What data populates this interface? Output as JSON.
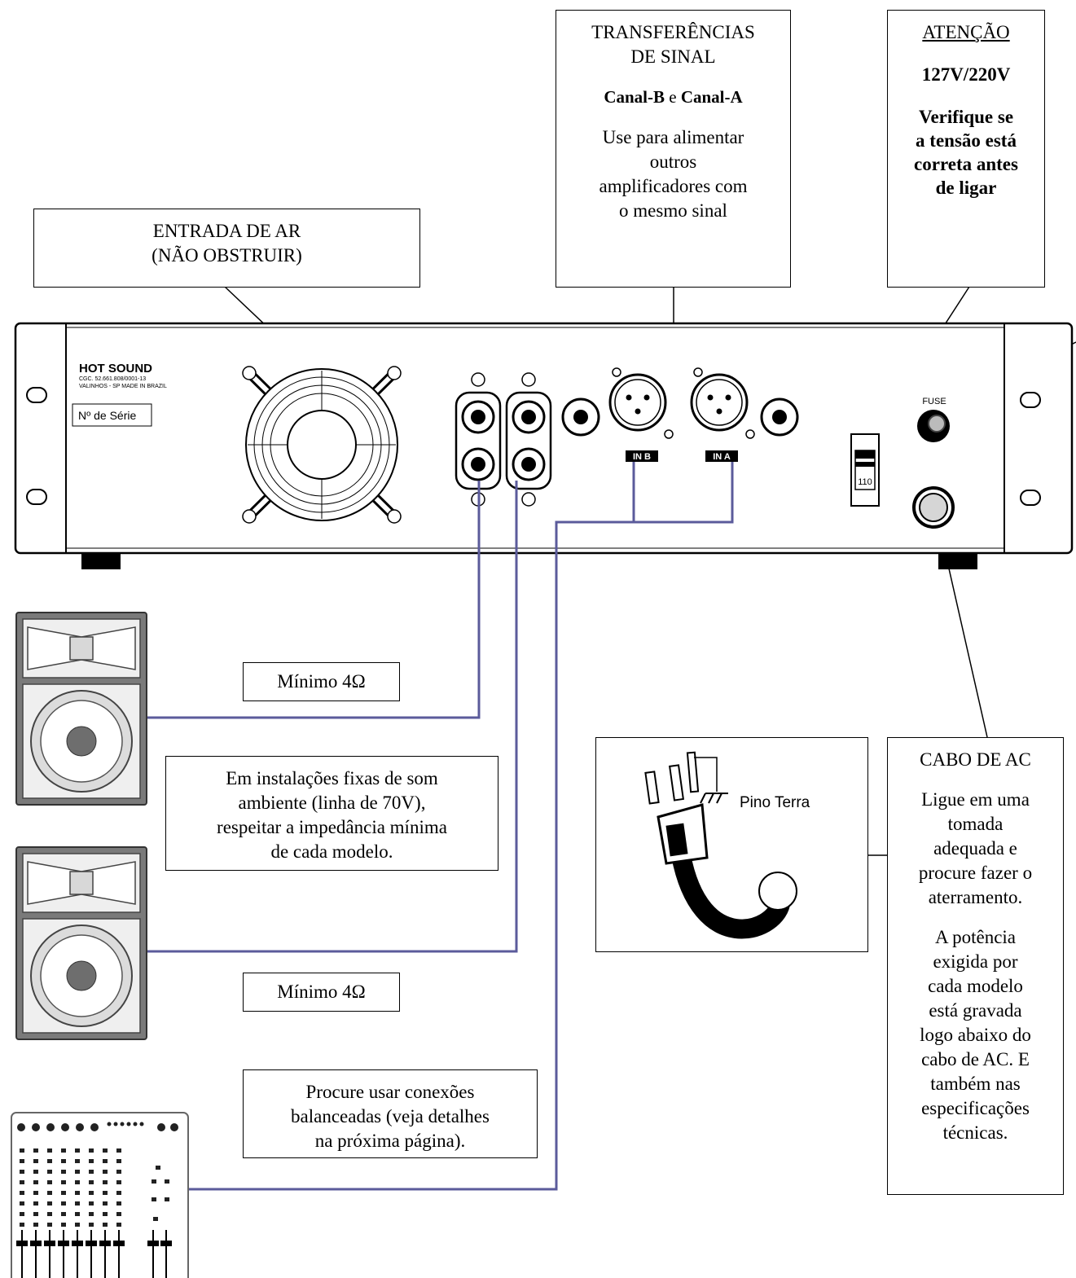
{
  "amplifier": {
    "brand": "HOT SOUND",
    "cgc": "CGC. 52.661.808/0001-13",
    "origin": "VALINHOS - SP   MADE IN BRAZIL",
    "serial_label": "Nº de Série",
    "input_b_label": "IN B",
    "input_a_label": "IN A",
    "fuse_label": "FUSE",
    "voltage_switch_value": "110"
  },
  "callouts": {
    "air_intake": {
      "line1": "ENTRADA DE AR",
      "line2": "(NÃO OBSTRUIR)"
    },
    "signal_transfer": {
      "title_line1": "TRANSFERÊNCIAS",
      "title_line2": "DE SINAL",
      "channel_b": "Canal-B",
      "connector": " e ",
      "channel_a": "Canal-A",
      "body": [
        "Use para alimentar",
        "outros",
        "amplificadores com",
        "o mesmo sinal"
      ]
    },
    "attention": {
      "title": "ATENÇÃO",
      "voltage": "127V/220V",
      "body": [
        "Verifique se",
        "a tensão está",
        "correta antes",
        "de ligar"
      ]
    },
    "speaker_min_1": "Mínimo 4Ω",
    "speaker_min_2": "Mínimo 4Ω",
    "installation_note": [
      "Em instalações fixas de som",
      "ambiente (linha de 70V),",
      "respeitar a impedância mínima",
      "de cada modelo."
    ],
    "balanced_note": [
      "Procure usar conexões",
      "balanceadas (veja detalhes",
      "na próxima página)."
    ],
    "plug_ground_label": "Pino Terra",
    "ac_cable": {
      "title": "CABO DE AC",
      "para1": [
        "Ligue em uma",
        "tomada",
        "adequada e",
        "procure fazer o",
        "aterramento."
      ],
      "para2": [
        "A potência",
        "exigida por",
        "cada modelo",
        "está gravada",
        "logo abaixo do",
        "cabo de AC. E",
        "também nas",
        "especificações",
        "técnicas."
      ]
    }
  },
  "colors": {
    "signal_cable": "#5b5b9b",
    "outline": "#000000",
    "speaker_gray": "#7a7a7a",
    "woofer_center": "#6e6e6e"
  }
}
